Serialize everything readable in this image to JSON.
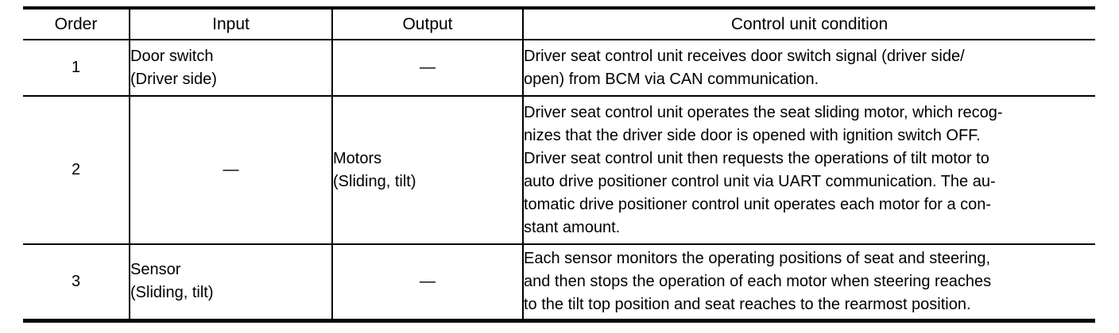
{
  "colors": {
    "background": "#ffffff",
    "border": "#000000",
    "text": "#000000"
  },
  "table": {
    "headers": [
      "Order",
      "Input",
      "Output",
      "Control unit condition"
    ],
    "rows": [
      {
        "order": "1",
        "input": "Door switch\n(Driver side)",
        "output": "—",
        "condition": "Driver seat control unit receives door switch signal (driver side/\nopen) from BCM via CAN communication."
      },
      {
        "order": "2",
        "input": "—",
        "output": "Motors\n(Sliding, tilt)",
        "condition": "Driver seat control unit operates the seat sliding motor, which recog-\nnizes that the driver side door is opened with ignition switch OFF.\nDriver seat control unit then requests the operations of tilt motor to\nauto drive positioner control unit via UART communication. The au-\ntomatic drive positioner control unit operates each motor for a con-\nstant amount."
      },
      {
        "order": "3",
        "input": "Sensor\n(Sliding, tilt)",
        "output": "—",
        "condition": "Each sensor monitors the operating positions of seat and steering,\nand then stops the operation of each motor when steering reaches\nto the tilt top position and seat reaches to the rearmost position."
      }
    ]
  }
}
